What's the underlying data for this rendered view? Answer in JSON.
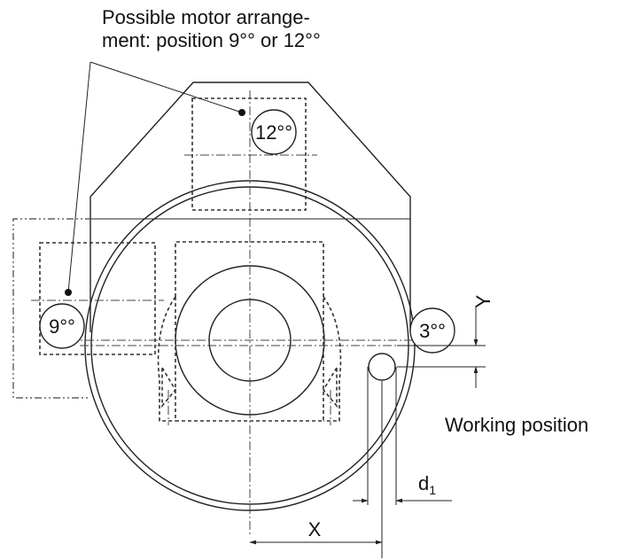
{
  "callout": {
    "line1": "Possible motor arrange-",
    "line2": "ment: position 9°° or 12°°"
  },
  "positions": {
    "p12": "12°°",
    "p9": "9°°",
    "p3": "3°°"
  },
  "working_position_label": "Working position",
  "dimensions": {
    "x_label": "X",
    "y_label": "Y",
    "d1_base": "d",
    "d1_sub": "1"
  }
}
